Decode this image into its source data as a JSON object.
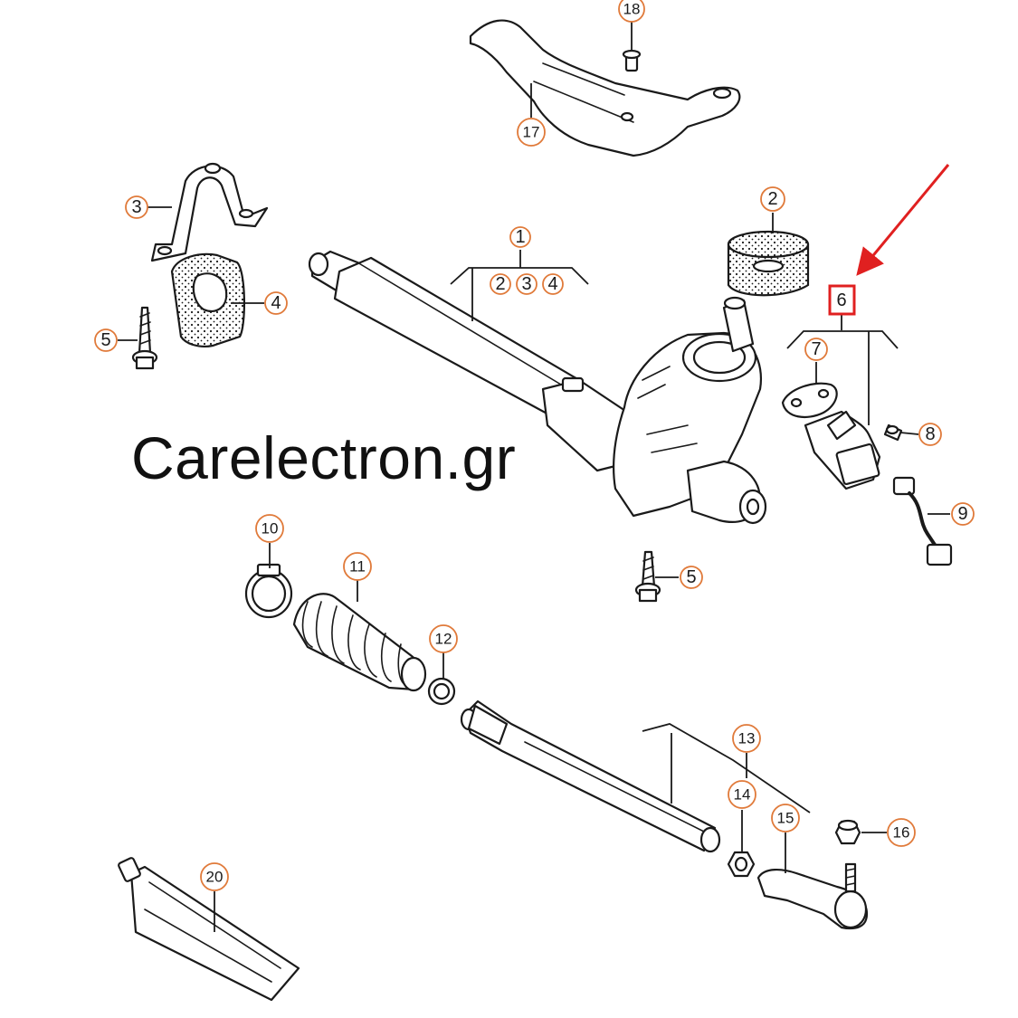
{
  "watermark": "Carelectron.gr",
  "callouts": {
    "c1": "1",
    "c1a": "2",
    "c1b": "3",
    "c1c": "4",
    "c2": "2",
    "c3": "3",
    "c4": "4",
    "c5a": "5",
    "c5b": "5",
    "c6": "6",
    "c7": "7",
    "c8": "8",
    "c9": "9",
    "c10": "10",
    "c11": "11",
    "c12": "12",
    "c13": "13",
    "c14": "14",
    "c15": "15",
    "c16": "16",
    "c17": "17",
    "c18": "18",
    "c20": "20"
  },
  "colors": {
    "callout_ring": "#e07a3a",
    "highlight": "#e02020",
    "line": "#1a1a1a"
  }
}
